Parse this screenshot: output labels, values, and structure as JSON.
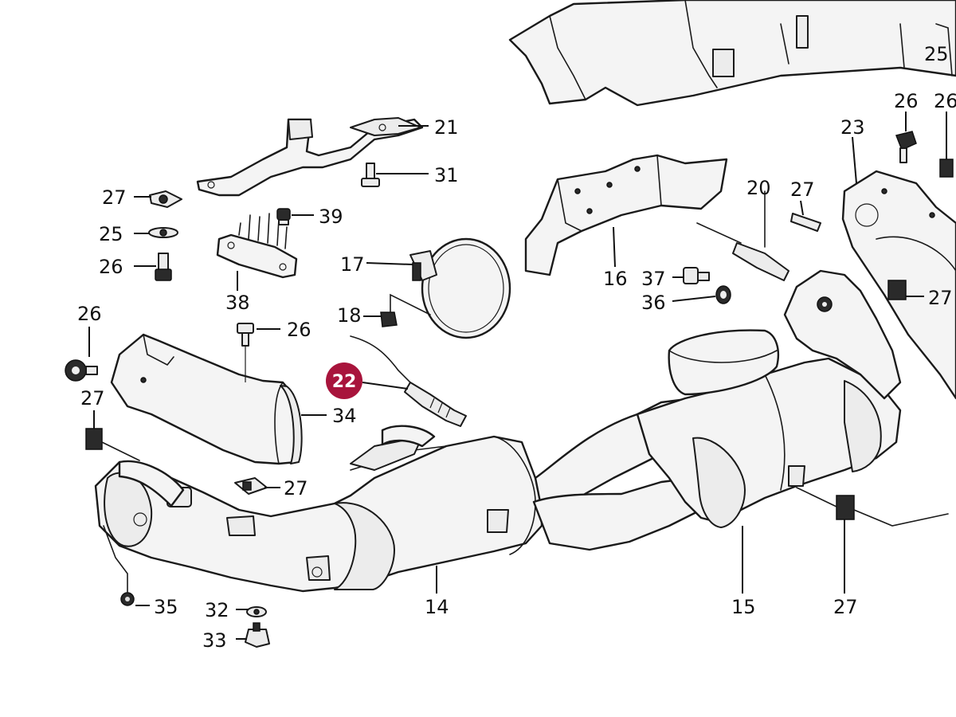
{
  "diagram": {
    "highlight_color": "#a8143c",
    "callouts": [
      {
        "id": "c21a",
        "text": "21"
      },
      {
        "id": "c31",
        "text": "31"
      },
      {
        "id": "c39",
        "text": "39"
      },
      {
        "id": "c38",
        "text": "38"
      },
      {
        "id": "c27a",
        "text": "27"
      },
      {
        "id": "c25a",
        "text": "25"
      },
      {
        "id": "c26a",
        "text": "26"
      },
      {
        "id": "c17",
        "text": "17"
      },
      {
        "id": "c18",
        "text": "18"
      },
      {
        "id": "c26b",
        "text": "26"
      },
      {
        "id": "c26c",
        "text": "26"
      },
      {
        "id": "c27b",
        "text": "27"
      },
      {
        "id": "c34",
        "text": "34"
      },
      {
        "id": "c27c",
        "text": "27"
      },
      {
        "id": "c35",
        "text": "35"
      },
      {
        "id": "c32",
        "text": "32"
      },
      {
        "id": "c33",
        "text": "33"
      },
      {
        "id": "c14",
        "text": "14"
      },
      {
        "id": "c15",
        "text": "15"
      },
      {
        "id": "c27d",
        "text": "27"
      },
      {
        "id": "c16",
        "text": "16"
      },
      {
        "id": "c37",
        "text": "37"
      },
      {
        "id": "c36",
        "text": "36"
      },
      {
        "id": "c20",
        "text": "20"
      },
      {
        "id": "c27e",
        "text": "27"
      },
      {
        "id": "c23",
        "text": "23"
      },
      {
        "id": "c26d",
        "text": "26"
      },
      {
        "id": "c26e",
        "text": "26"
      },
      {
        "id": "c25b",
        "text": "25"
      },
      {
        "id": "c27f",
        "text": "27"
      }
    ],
    "highlighted_callout": {
      "text": "22"
    }
  }
}
